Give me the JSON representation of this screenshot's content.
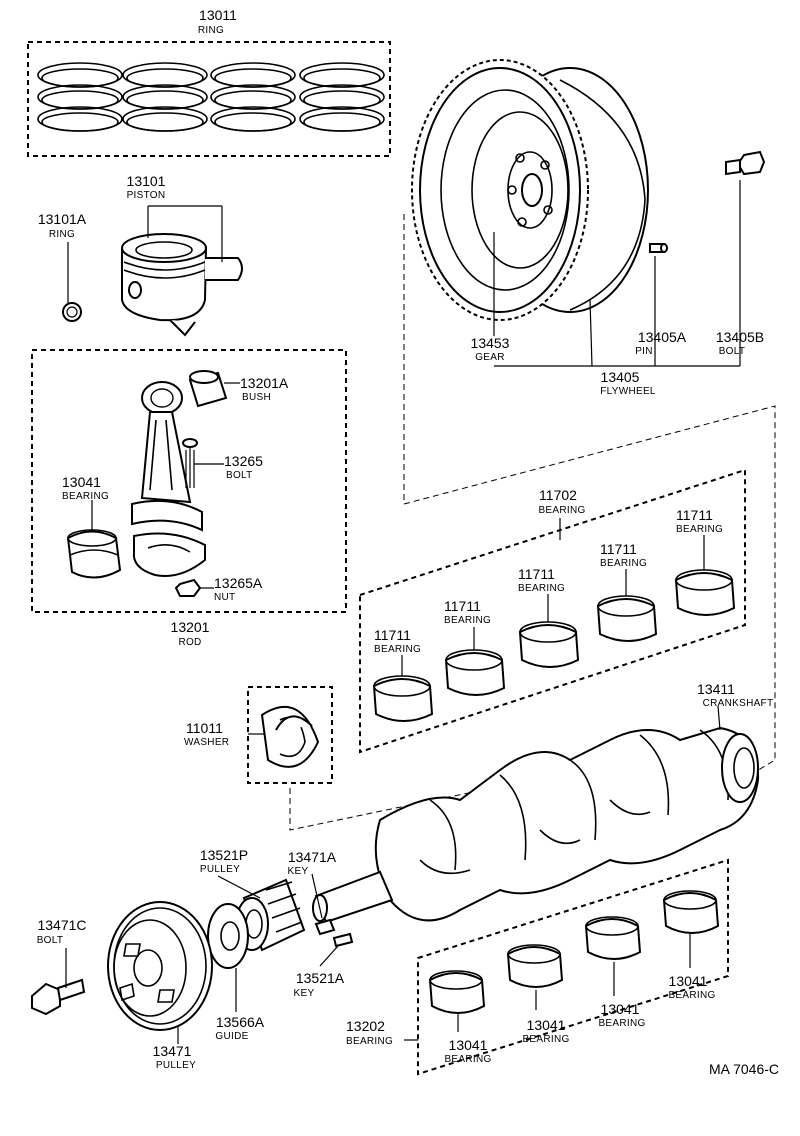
{
  "figure_code": "MA 7046-C",
  "callouts": {
    "c13011": {
      "number": "13011",
      "name": "RING"
    },
    "c13101": {
      "number": "13101",
      "name": "PISTON"
    },
    "c13101A": {
      "number": "13101A",
      "name": "RING"
    },
    "c13201A": {
      "number": "13201A",
      "name": "BUSH"
    },
    "c13265": {
      "number": "13265",
      "name": "BOLT"
    },
    "c13041": {
      "number": "13041",
      "name": "BEARING"
    },
    "c13265A": {
      "number": "13265A",
      "name": "NUT"
    },
    "c13201": {
      "number": "13201",
      "name": "ROD"
    },
    "c13453": {
      "number": "13453",
      "name": "GEAR"
    },
    "c13405A": {
      "number": "13405A",
      "name": "PIN"
    },
    "c13405B": {
      "number": "13405B",
      "name": "BOLT"
    },
    "c13405": {
      "number": "13405",
      "name": "FLYWHEEL"
    },
    "c11702": {
      "number": "11702",
      "name": "BEARING"
    },
    "c11711a": {
      "number": "11711",
      "name": "BEARING"
    },
    "c11711b": {
      "number": "11711",
      "name": "BEARING"
    },
    "c11711c": {
      "number": "11711",
      "name": "BEARING"
    },
    "c11711d": {
      "number": "11711",
      "name": "BEARING"
    },
    "c11711e": {
      "number": "11711",
      "name": "BEARING"
    },
    "c11011": {
      "number": "11011",
      "name": "WASHER"
    },
    "c13411": {
      "number": "13411",
      "name": "CRANKSHAFT"
    },
    "c13521P": {
      "number": "13521P",
      "name": "PULLEY"
    },
    "c13471A": {
      "number": "13471A",
      "name": "KEY"
    },
    "c13471C": {
      "number": "13471C",
      "name": "BOLT"
    },
    "c13521A": {
      "number": "13521A",
      "name": "KEY"
    },
    "c13566A": {
      "number": "13566A",
      "name": "GUIDE"
    },
    "c13471": {
      "number": "13471",
      "name": "PULLEY"
    },
    "c13202": {
      "number": "13202",
      "name": "BEARING"
    },
    "c13041b": {
      "number": "13041",
      "name": "BEARING"
    },
    "c13041c": {
      "number": "13041",
      "name": "BEARING"
    },
    "c13041d": {
      "number": "13041",
      "name": "BEARING"
    },
    "c13041e": {
      "number": "13041",
      "name": "BEARING"
    }
  }
}
